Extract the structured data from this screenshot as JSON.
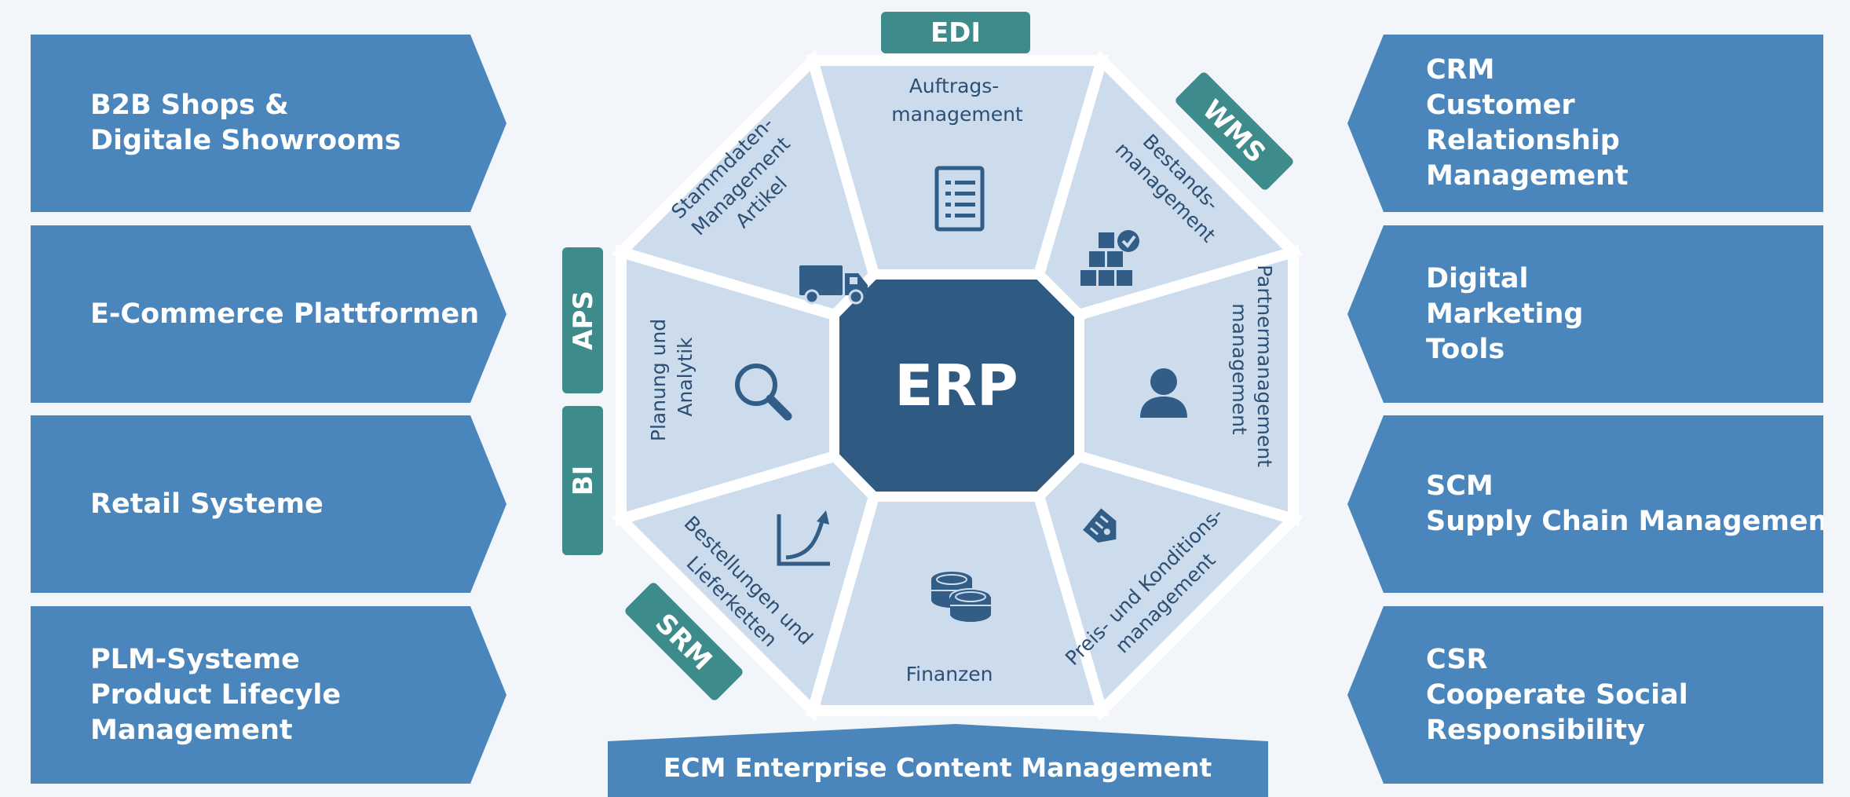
{
  "left_boxes": [
    {
      "lines": [
        "B2B Shops &",
        "Digitale Showrooms"
      ]
    },
    {
      "lines": [
        "E-Commerce Plattformen"
      ]
    },
    {
      "lines": [
        "Retail Systeme"
      ]
    },
    {
      "lines": [
        "PLM-Systeme",
        "Product Lifecyle",
        "Management"
      ]
    }
  ],
  "right_boxes": [
    {
      "lines": [
        "CRM",
        "Customer",
        "Relationship",
        "Management"
      ]
    },
    {
      "lines": [
        "Digital",
        "Marketing",
        "Tools"
      ]
    },
    {
      "lines": [
        "SCM",
        "Supply Chain Management"
      ]
    },
    {
      "lines": [
        "CSR",
        "Cooperate Social",
        "Responsibility"
      ]
    }
  ],
  "center": {
    "title": "ERP"
  },
  "segments": {
    "auftrag": [
      "Auftrags-",
      "management"
    ],
    "bestand": [
      "Bestands-",
      "management"
    ],
    "partner": [
      "Partnermanagement",
      "management"
    ],
    "preis": [
      "Preis- und Konditions-",
      "management"
    ],
    "finanzen": [
      "Finanzen"
    ],
    "bestellung": [
      "Bestellungen und",
      "Lieferketten"
    ],
    "planung": [
      "Planung und",
      "Analytik"
    ],
    "stammdaten": [
      "Stammdaten-",
      "Management",
      "Artikel"
    ]
  },
  "tags": {
    "edi": "EDI",
    "wms": "WMS",
    "aps": "APS",
    "bi": "BI",
    "srm": "SRM"
  },
  "bottom_banner": "ECM Enterprise Content Management",
  "colors": {
    "box_blue": "#4a86bc",
    "segment_fill": "#ccdcec",
    "center_navy": "#2f5a82",
    "tag_teal": "#3e8b8c",
    "icon_navy": "#315d87",
    "background": "#f2f6fa"
  },
  "icons": {
    "auftrag": "document-list-icon",
    "bestand": "boxes-check-icon",
    "partner": "person-icon",
    "preis": "price-tag-icon",
    "finanzen": "coins-icon",
    "bestellung": "growth-chart-icon",
    "planung": "magnifier-icon",
    "stammdaten": "truck-icon"
  }
}
